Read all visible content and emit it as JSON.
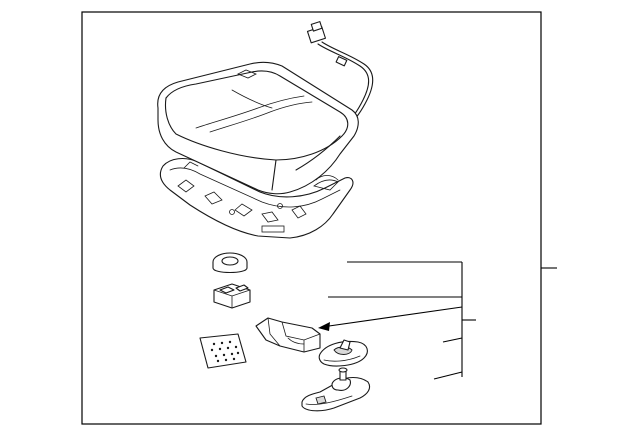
{
  "diagram": {
    "type": "exploded-parts-diagram",
    "subject": "seat-cushion-assembly",
    "colors": {
      "line": "#1a1a1a",
      "background": "#ffffff",
      "frame": "#000000"
    },
    "parts": [
      {
        "name": "seat-cushion",
        "callout": "leader-main"
      },
      {
        "name": "seat-frame",
        "callout": "none"
      },
      {
        "name": "wire-harness-connector",
        "callout": "none"
      },
      {
        "name": "ring-clip",
        "callout": "leader-1"
      },
      {
        "name": "stopper-block",
        "callout": "leader-2"
      },
      {
        "name": "track-cover-bracket",
        "callout": "leader-arrow"
      },
      {
        "name": "cushion-pad",
        "callout": "none"
      },
      {
        "name": "retainer-clip",
        "callout": "leader-4"
      },
      {
        "name": "lower-cover",
        "callout": "leader-5"
      }
    ]
  }
}
